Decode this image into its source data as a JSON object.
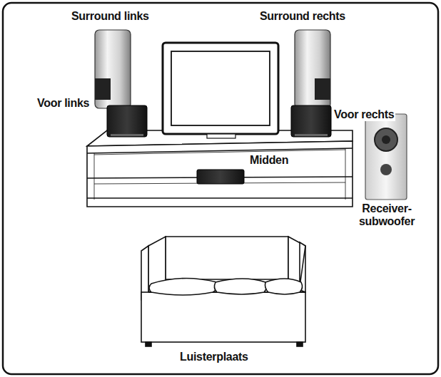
{
  "diagram": {
    "labels": [
      "Surround links",
      "Surround rechts",
      "Voor links",
      "Voor rechts",
      "Midden",
      "Receiver-subwoofer",
      "Luisterplaats"
    ]
  }
}
